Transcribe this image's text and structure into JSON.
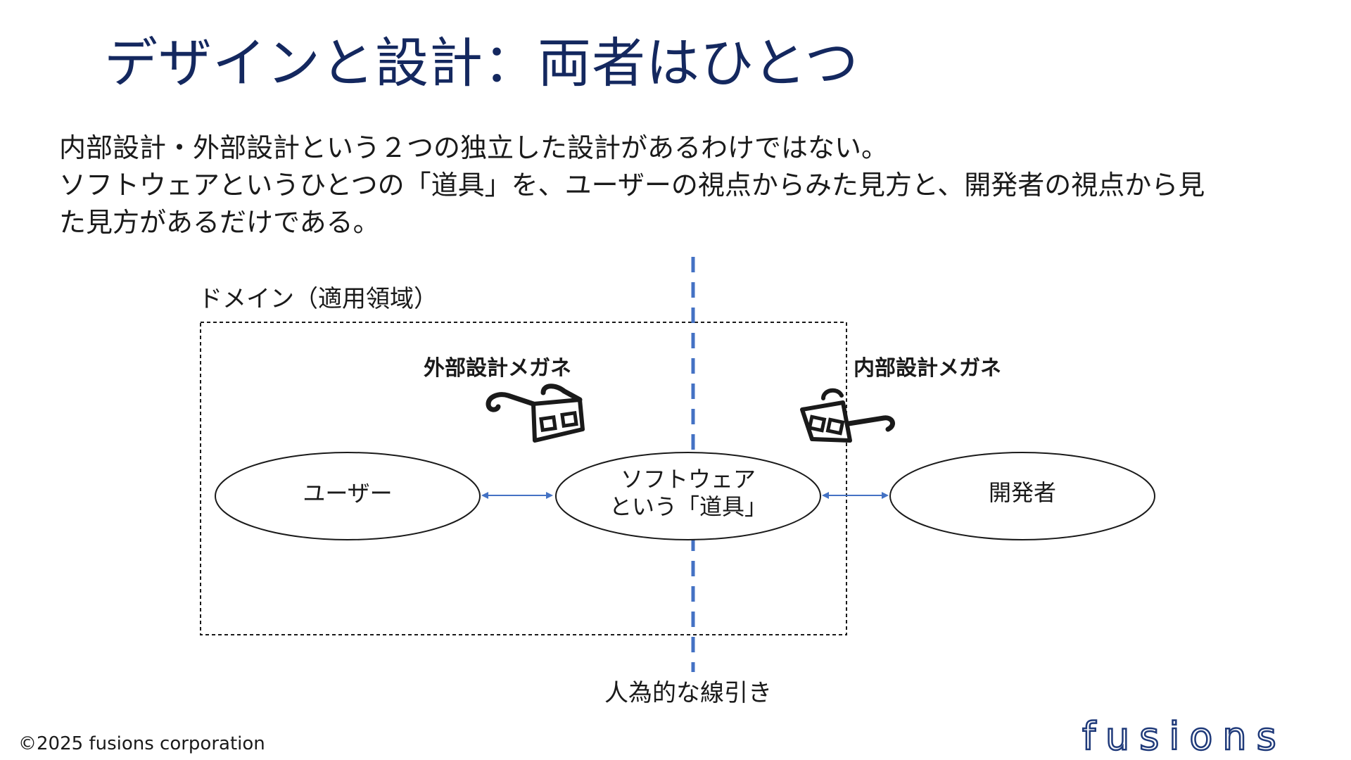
{
  "slide": {
    "title": "デザインと設計：両者はひとつ",
    "body_lines": [
      "内部設計・外部設計という２つの独立した設計があるわけではない。",
      "ソフトウェアというひとつの「道具」を、ユーザーの視点からみた見方と、開発者の視点から見",
      "た見方があるだけである。"
    ]
  },
  "diagram": {
    "domain_label": "ドメイン（適用領域）",
    "external_glasses_label": "外部設計メガネ",
    "internal_glasses_label": "内部設計メガネ",
    "nodes": {
      "user": "ユーザー",
      "software_line1": "ソフトウェア",
      "software_line2": "という「道具」",
      "developer": "開発者"
    },
    "divider_label": "人為的な線引き"
  },
  "footer": {
    "copyright": "©2025 fusions corporation",
    "logo_text": "fusions"
  },
  "colors": {
    "title": "#14285f",
    "accent_blue": "#4472c4",
    "logo": "#1f3a7a"
  },
  "icons": [
    "glasses-3d-icon",
    "glasses-3d-icon"
  ]
}
